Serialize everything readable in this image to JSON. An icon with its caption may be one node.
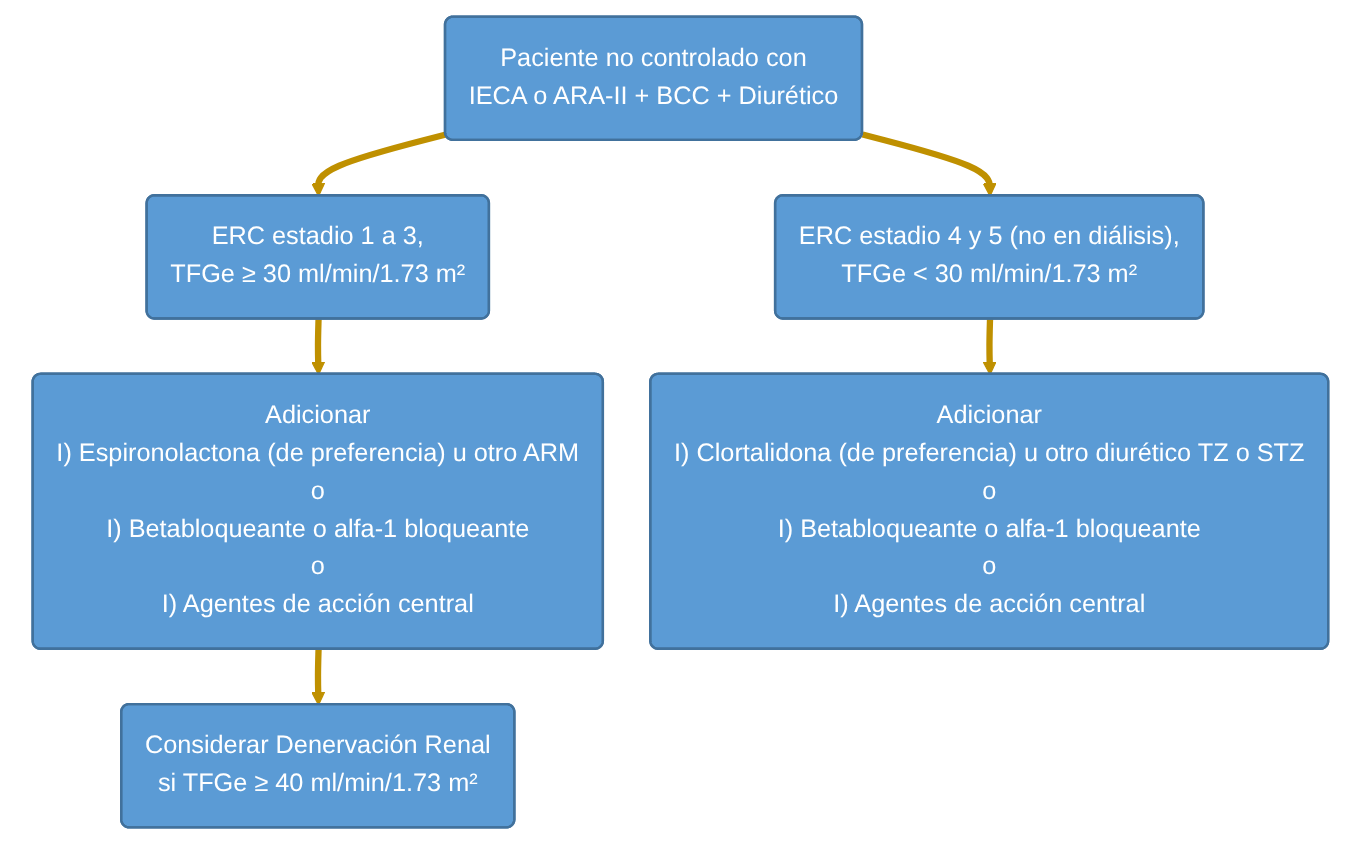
{
  "diagram": {
    "nodes": [
      {
        "text": [
          "Paciente no controlado con",
          "IECA o ARA-II + BCC + Diurético"
        ]
      },
      {
        "text": [
          "ERC estadio 1 a 3,",
          "TFGe ≥ 30 ml/min/1.73 m²"
        ]
      },
      {
        "text": [
          "ERC estadio 4 y 5 (no en diálisis),",
          "TFGe < 30 ml/min/1.73 m²"
        ]
      },
      {
        "text": [
          "Adicionar",
          "I) Espironolactona (de preferencia) u otro ARM",
          "o",
          "I) Betabloqueante o alfa-1 bloqueante",
          "o",
          "I) Agentes de acción central"
        ]
      },
      {
        "text": [
          "Adicionar",
          "I) Clortalidona (de preferencia) u otro diurético TZ o STZ",
          "o",
          "I) Betabloqueante o alfa-1 bloqueante",
          "o",
          "I) Agentes de acción central"
        ]
      },
      {
        "text": [
          "Considerar Denervación Renal",
          "si TFGe ≥ 40 ml/min/1.73 m²"
        ]
      }
    ],
    "edges": [
      {
        "from": 0,
        "to": 1,
        "arrow": "to"
      },
      {
        "from": 0,
        "to": 2,
        "arrow": "to"
      },
      {
        "from": 1,
        "to": 3,
        "arrow": "to"
      },
      {
        "from": 2,
        "to": 4,
        "arrow": "to"
      },
      {
        "from": 3,
        "to": 5,
        "arrow": "to"
      }
    ]
  }
}
